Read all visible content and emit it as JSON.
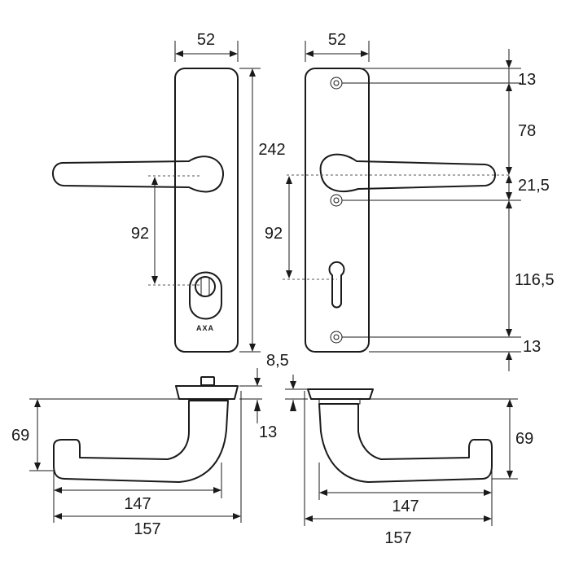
{
  "brand": "AXA",
  "dimensions": {
    "plate_width_left": "52",
    "plate_width_right": "52",
    "plate_height": "242",
    "handle_to_cylinder_left": "92",
    "handle_to_cylinder_right": "92",
    "screw_top_offset": "13",
    "screw_to_handle": "78",
    "handle_to_screw": "21,5",
    "screw_to_screw": "116,5",
    "screw_bottom_offset": "13",
    "side_plate_thickness": "8,5",
    "side_projection_left": "69",
    "side_rosette_depth": "13",
    "side_projection_right": "69",
    "lever_length_left": "147",
    "total_length_left": "157",
    "lever_length_right": "147",
    "total_length_right": "157"
  }
}
